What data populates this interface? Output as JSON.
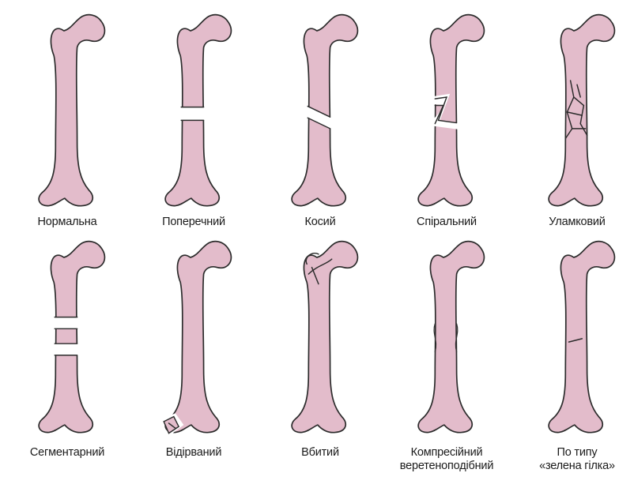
{
  "colors": {
    "bone_fill": "#e3bccb",
    "bone_outline": "#2b2b2b",
    "background": "#ffffff",
    "text": "#1a1a1a"
  },
  "fractures": [
    {
      "id": "normal",
      "label": [
        "Нормальна"
      ]
    },
    {
      "id": "transverse",
      "label": [
        "Поперечний"
      ]
    },
    {
      "id": "oblique",
      "label": [
        "Косий"
      ]
    },
    {
      "id": "spiral",
      "label": [
        "Спіральний"
      ]
    },
    {
      "id": "comminuted",
      "label": [
        "Уламковий"
      ]
    },
    {
      "id": "segmental",
      "label": [
        "Сегментарний"
      ]
    },
    {
      "id": "avulsion",
      "label": [
        "Відірваний"
      ]
    },
    {
      "id": "impacted",
      "label": [
        "Вбитий"
      ]
    },
    {
      "id": "compression",
      "label": [
        "Компресійний",
        "веретеноподібний"
      ]
    },
    {
      "id": "greenstick",
      "label": [
        "По типу",
        "«зелена гілка»"
      ]
    }
  ]
}
